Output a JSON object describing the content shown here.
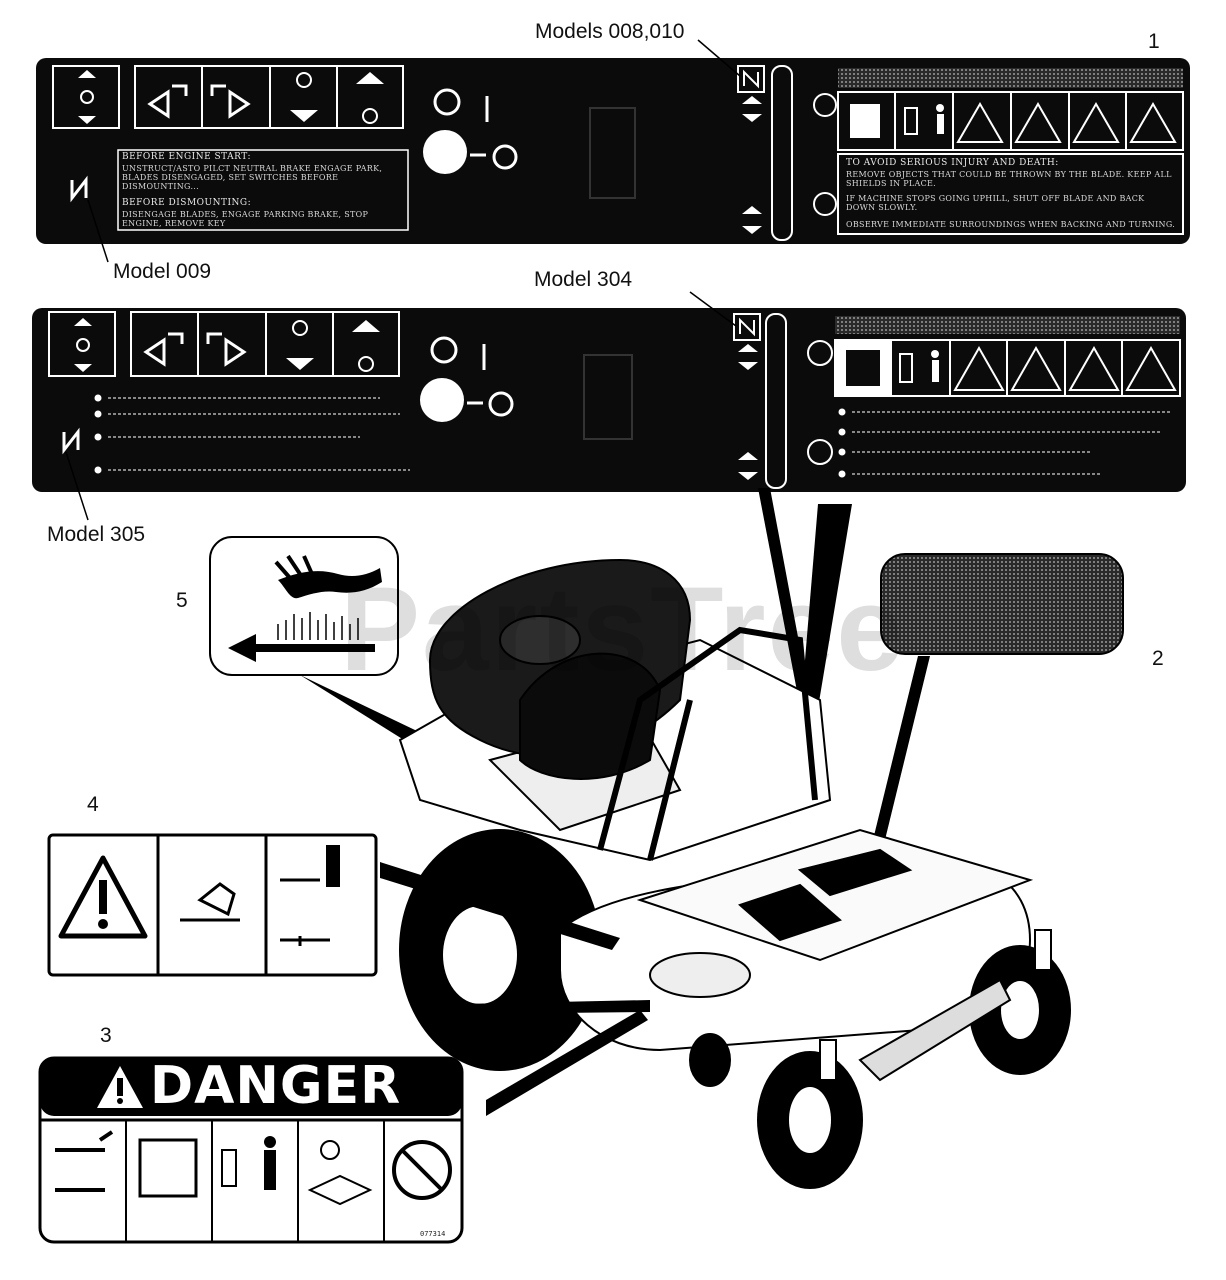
{
  "labels": {
    "models_008_010": "Models 008,010",
    "model_009": "Model 009",
    "model_304": "Model 304",
    "model_305": "Model 305"
  },
  "callouts": {
    "c1": "1",
    "c2": "2",
    "c3": "3",
    "c4": "4",
    "c5": "5"
  },
  "decal1": {
    "before_start_head": "BEFORE ENGINE START:",
    "before_start_body": "UNSTRUCT/ASTO PILCT NEUTRAL BRAKE ENGAGE PARK, BLADES DISENGAGED, SET SWITCHES BEFORE DISMOUNTING...",
    "before_dismount_head": "BEFORE DISMOUNTING:",
    "before_dismount_body": "DISENGAGE BLADES, ENGAGE PARKING BRAKE, STOP ENGINE, REMOVE KEY",
    "avoid_head": "TO AVOID SERIOUS INJURY AND DEATH:",
    "avoid_body": "REMOVE OBJECTS THAT COULD BE THROWN BY THE BLADE. KEEP ALL SHIELDS IN PLACE.",
    "slope": "IF MACHINE STOPS GOING UPHILL, SHUT OFF BLADE AND BACK DOWN SLOWLY.",
    "observe": "OBSERVE IMMEDIATE SURROUNDINGS WHEN BACKING AND TURNING."
  },
  "decal3": {
    "danger_word": "DANGER",
    "part_code": "077314"
  },
  "watermark": "PartsTree",
  "colors": {
    "ink": "#0b0b0b",
    "paper": "#ffffff",
    "mesh": "#3a3a3a"
  }
}
